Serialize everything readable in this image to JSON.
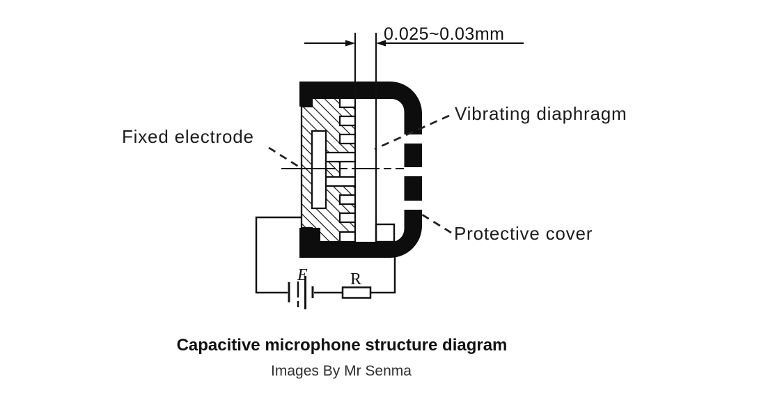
{
  "figure": {
    "dimension_label": "0.025~0.03mm",
    "label_fixed_electrode": "Fixed electrode",
    "label_vibrating_diaphragm": "Vibrating diaphragm",
    "label_protective_cover": "Protective cover",
    "battery_label": "E",
    "resistor_label": "R"
  },
  "caption": {
    "title": "Capacitive microphone structure diagram",
    "subtitle": "Images By Mr Senma"
  },
  "colors": {
    "ink": "#0d0d0d",
    "line": "#111111",
    "label_text": "#1c1c1c",
    "subtitle_text": "#2e2e2e",
    "background": "#ffffff"
  }
}
